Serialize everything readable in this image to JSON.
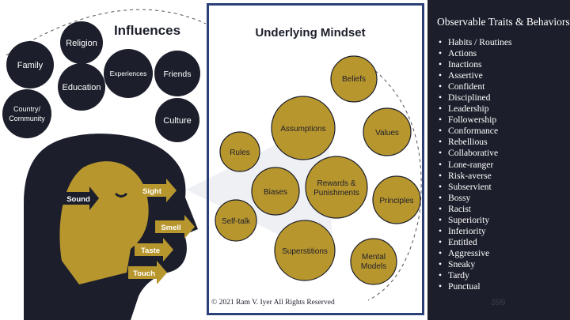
{
  "influences": {
    "title": "Influences",
    "circles": [
      "Religion",
      "Family",
      "Experiences",
      "Friends",
      "Education",
      "Country/",
      "Community",
      "Culture"
    ]
  },
  "senses": [
    "Sound",
    "Sight",
    "Smell",
    "Taste",
    "Touch"
  ],
  "mindset": {
    "title": "Underlying Mindset",
    "bubbles": [
      "Beliefs",
      "Assumptions",
      "Values",
      "Rules",
      "Rewards &",
      "Punishments",
      "Biases",
      "Principles",
      "Self-talk",
      "Superstitions",
      "Mental",
      "Models"
    ],
    "copyright": "© 2021 Ram V. Iyer All Rights Reserved"
  },
  "traits": {
    "title": "Observable Traits & Behaviors",
    "items": [
      "Habits / Routines",
      "Actions",
      "Inactions",
      "Assertive",
      "Confident",
      "Disciplined",
      "Leadership",
      "Followership",
      "Conformance",
      "Rebellious",
      "Collaborative",
      "Lone-ranger",
      "Risk-averse",
      "Subservient",
      "Bossy",
      "Racist",
      "Superiority",
      "Inferiority",
      "Entitled",
      "Aggressive",
      "Sneaky",
      "Tardy",
      "Punctual"
    ]
  },
  "page_number": "399",
  "colors": {
    "dark": "#1c1f2b",
    "gold": "#b8962e",
    "blue": "#2b3f78"
  }
}
